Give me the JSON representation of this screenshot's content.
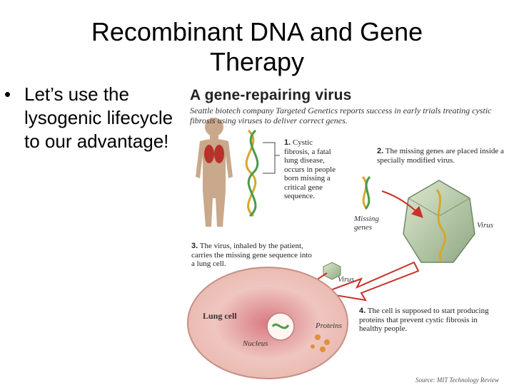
{
  "slide": {
    "title": "Recombinant DNA and Gene Therapy",
    "bullet": "Let’s use the lysogenic lifecycle to our advantage!"
  },
  "figure": {
    "title": "A gene-repairing virus",
    "subtitle": "Seattle biotech company Targeted Genetics reports success in early trials treating cystic fibrosis using viruses to deliver correct genes.",
    "step1_num": "1.",
    "step1": "Cystic fibrosis, a fatal lung disease, occurs in people born missing a critical gene sequence.",
    "step2_num": "2.",
    "step2": "The missing genes are placed inside a specially modified virus.",
    "step3_num": "3.",
    "step3": "The virus, inhaled by the patient, carries the missing gene sequence into a lung cell.",
    "step4_num": "4.",
    "step4": "The cell is supposed to start producing proteins that prevent cystic fibrosis in healthy people.",
    "label_missing_genes": "Missing genes",
    "label_virus_large": "Virus",
    "label_virus_small": "Virus",
    "label_lung_cell": "Lung cell",
    "label_proteins": "Proteins",
    "label_nucleus": "Nucleus",
    "source": "Source: MIT Technology Review"
  }
}
